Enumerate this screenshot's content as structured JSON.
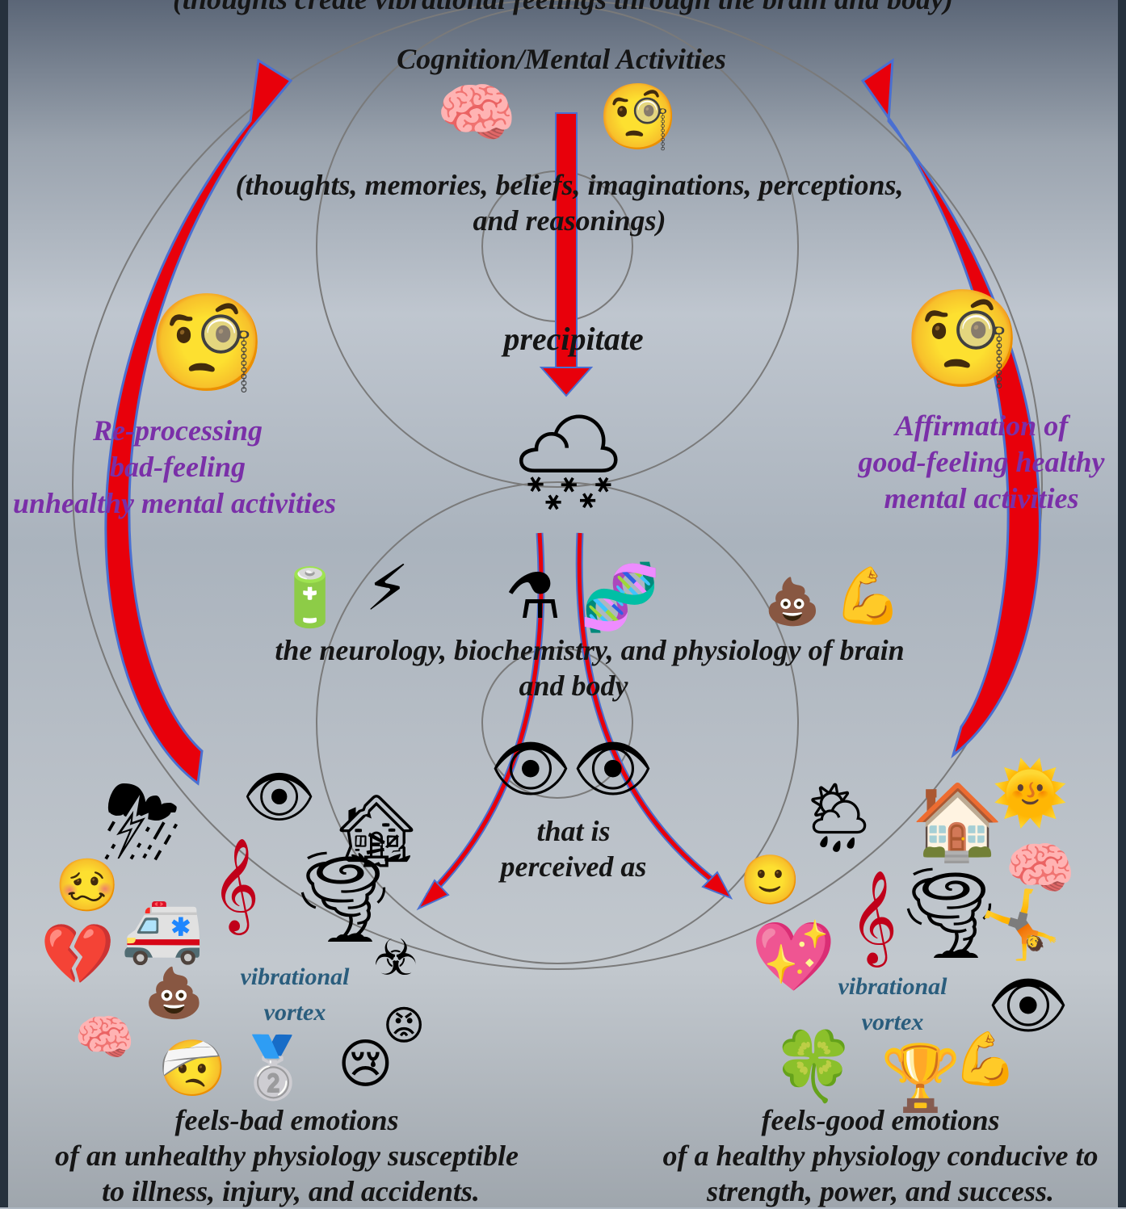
{
  "colors": {
    "arrow_red": "#e8000b",
    "arrow_outline": "#4a6fd1",
    "purple_text": "#7a2fa8",
    "teal_text": "#2a5d7d",
    "dark_text": "#151515"
  },
  "top_banner": "(thoughts create vibrational feelings through the brain and body)",
  "top": {
    "title": "Cognition/Mental Activities",
    "line1": "(thoughts, memories, beliefs, imaginations, perceptions,",
    "line2": "and reasonings)"
  },
  "center": {
    "precipitate": "precipitate",
    "neuro_line1": "the neurology, biochemistry, and physiology of brain",
    "neuro_line2": "and body",
    "perceived_line1": "that is",
    "perceived_line2": "perceived as"
  },
  "left": {
    "line1": "Re-processing",
    "line2": "bad-feeling",
    "line3": "unhealthy mental activities"
  },
  "right": {
    "line1": "Affirmation of",
    "line2": "good-feeling healthy",
    "line3": "mental activities"
  },
  "vortex_left": {
    "line1": "vibrational",
    "line2": "vortex"
  },
  "vortex_right": {
    "line1": "vibrational",
    "line2": "vortex"
  },
  "bottom_left": {
    "line1": "feels-bad emotions",
    "line2": "of an unhealthy physiology susceptible",
    "line3": "to illness, injury, and accidents."
  },
  "bottom_right": {
    "line1": "feels-good emotions",
    "line2": "of a healthy physiology conducive to",
    "line3": "strength, power, and success."
  },
  "icons": {
    "brain": "🧠",
    "monocle_top": "🧐",
    "monocle_sad": "🧐",
    "monocle_happy": "🧐",
    "snow_cloud": "🌨",
    "battery": "🔋",
    "lightning": "⚡",
    "flask": "⚗",
    "dna": "🧬",
    "poop": "💩",
    "muscle": "💪",
    "eye": "👁",
    "storm_cloud": "⛈",
    "broken_house": "🏚",
    "woozy": "🥴",
    "ambulance": "🚑",
    "tuning_fork": "𝄞",
    "tornado": "🌪",
    "broken_heart": "💔",
    "angry": "😡",
    "biohazard": "☣",
    "injured": "🤕",
    "medal": "🥈",
    "crying": "😢",
    "rain_sun_cloud": "🌦",
    "house": "🏠",
    "sun": "🌞",
    "smile": "🙂",
    "sparkling_heart": "💖",
    "gymnast": "🤸",
    "clover": "🍀",
    "trophy": "🏆"
  }
}
